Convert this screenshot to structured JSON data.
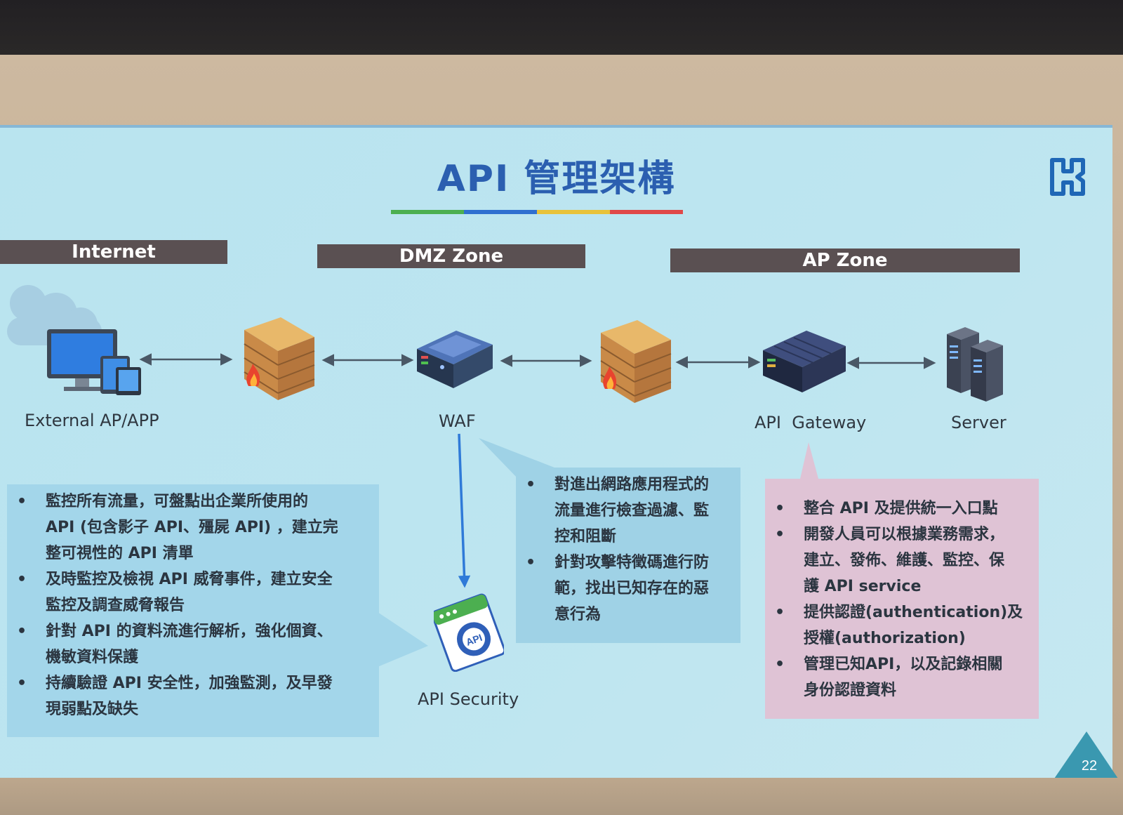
{
  "slide": {
    "title": "API 管理架構",
    "title_bar_colors": [
      "#4caf50",
      "#2f6fd0",
      "#e8c23a",
      "#e04848"
    ],
    "page_number": "22"
  },
  "zones": [
    {
      "label": "Internet"
    },
    {
      "label": "DMZ Zone"
    },
    {
      "label": "AP Zone"
    }
  ],
  "nodes": {
    "external": "External AP/APP",
    "waf": "WAF",
    "api_gateway": "API  Gateway",
    "server": "Server",
    "api_security": "API Security",
    "api_badge": "API"
  },
  "callouts": {
    "left": [
      "監控所有流量，可盤點出企業所使用的",
      "API (包含影子 API、殭屍 API) ，建立完",
      "整可視性的 API 清單",
      "及時監控及檢視 API 威脅事件，建立安全",
      "監控及調查威脅報告",
      "針對 API 的資料流進行解析，強化個資、",
      "機敏資料保護",
      "持續驗證 API 安全性，加強監測，及早發",
      "現弱點及缺失"
    ],
    "middle": [
      "對進出網路應用程式的",
      "流量進行檢查過濾、監",
      "控和阻斷",
      "針對攻擊特徵碼進行防",
      "範，找出已知存在的惡",
      "意行為"
    ],
    "right": [
      "整合 API 及提供統一入口點",
      "開發人員可以根據業務需求，",
      "建立、發佈、維護、監控、保",
      "護 API service",
      "提供認證(authentication)及",
      "授權(authorization)",
      "管理已知API，以及記錄相關",
      "身份認證資料"
    ]
  }
}
